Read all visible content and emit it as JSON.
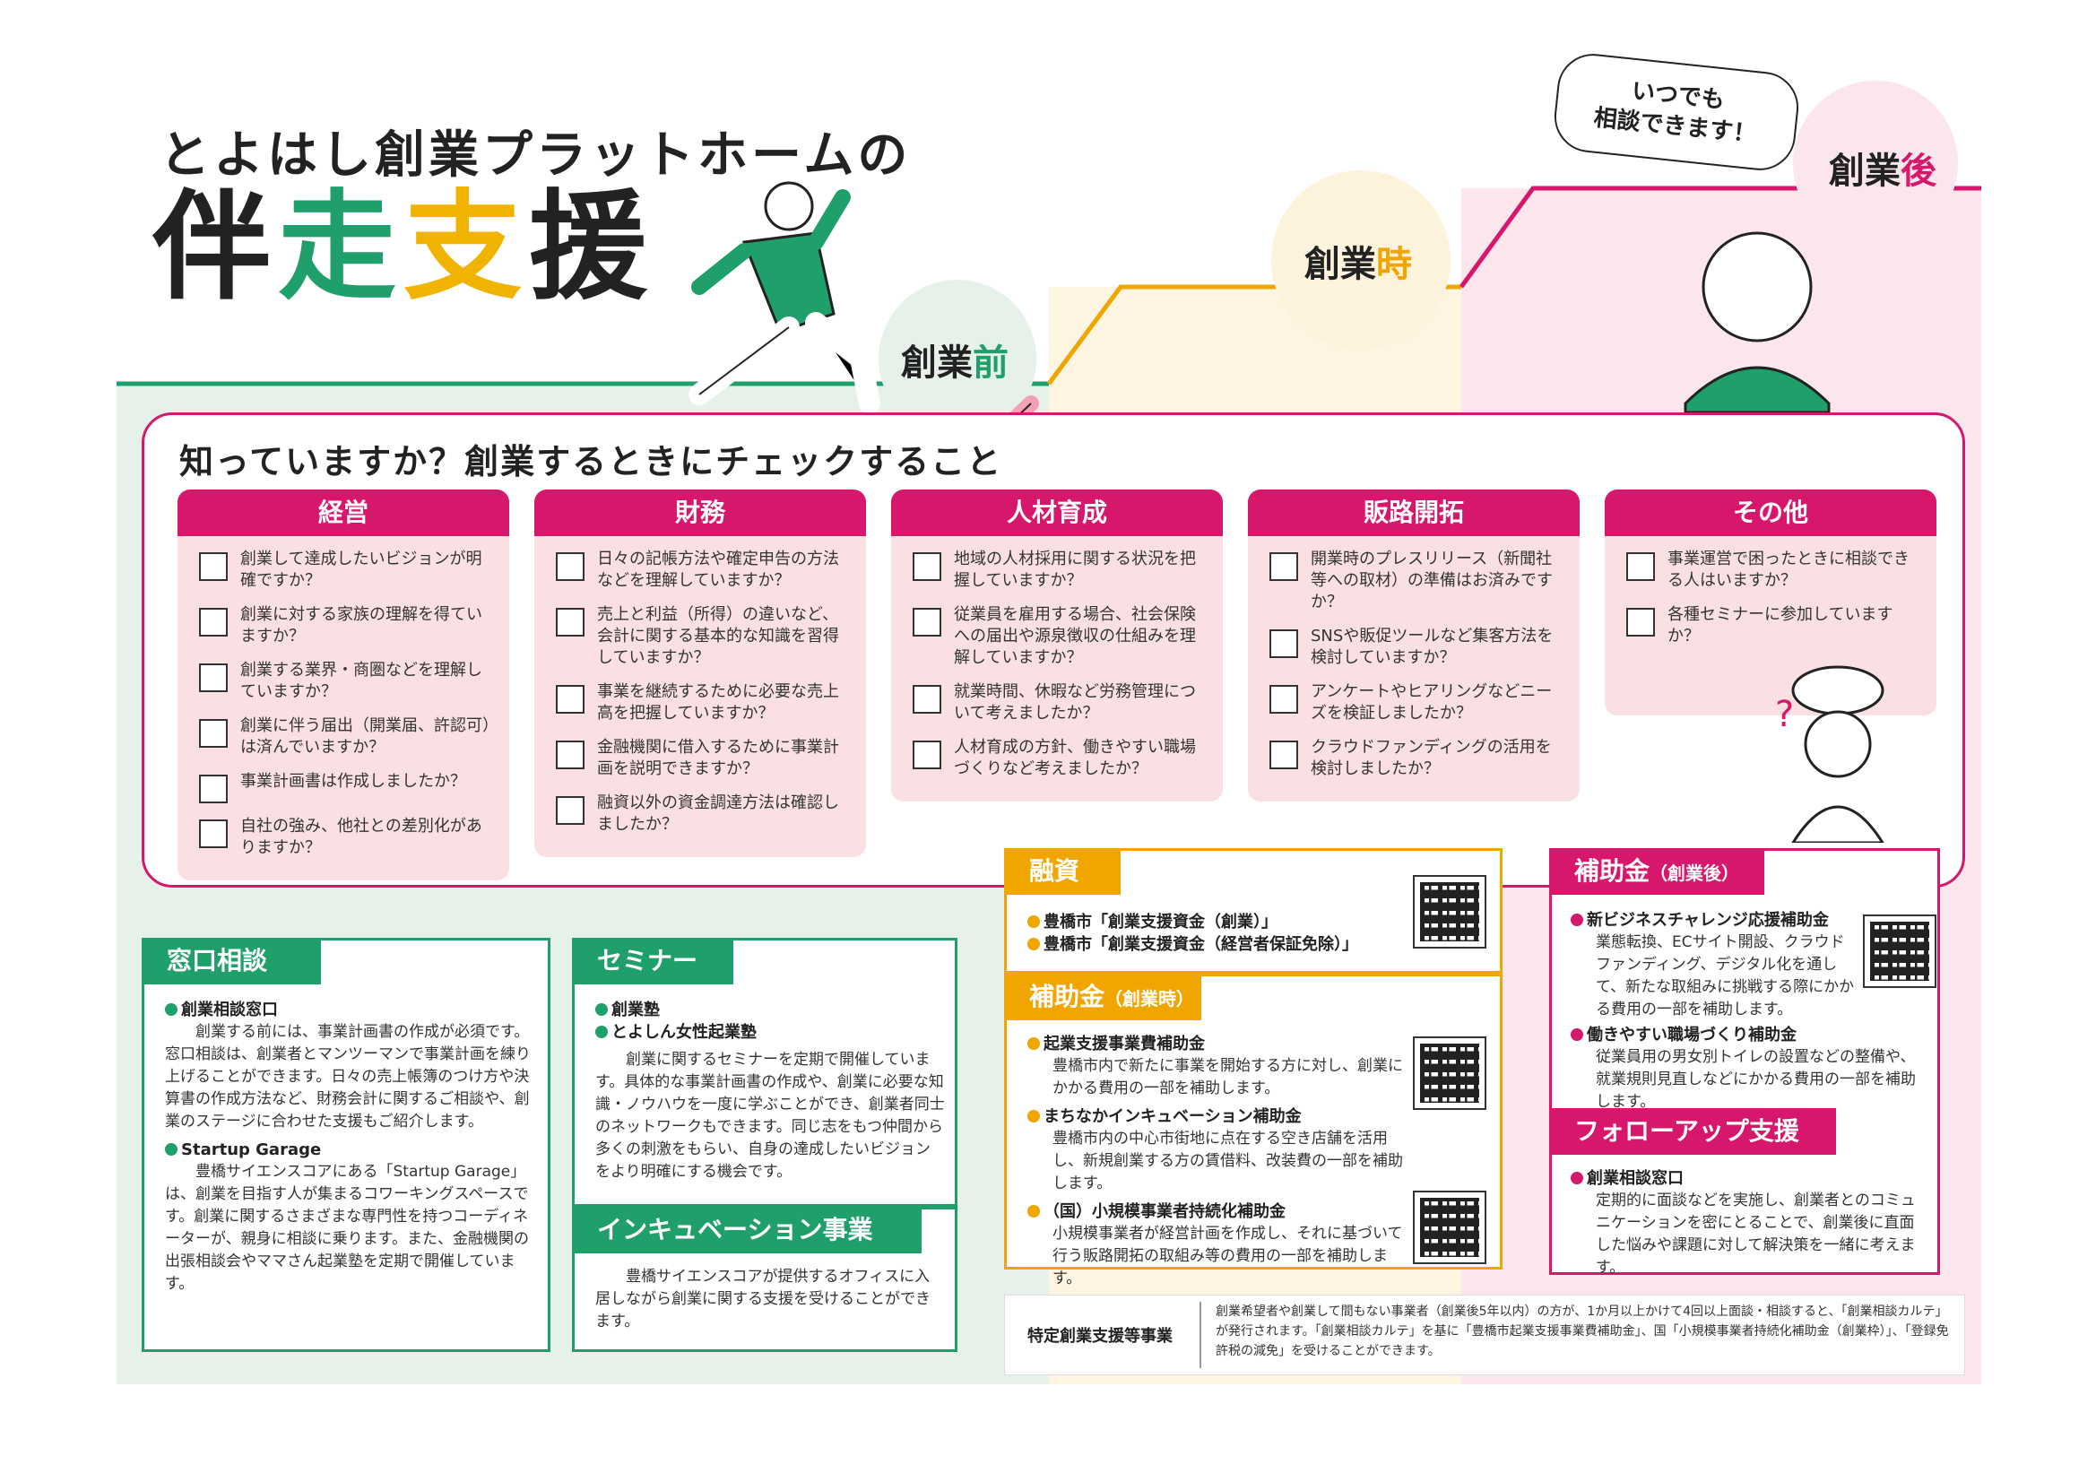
{
  "title": {
    "line1": "とよはし創業プラットホームの",
    "line2_chars": [
      "伴",
      "走",
      "支",
      "援"
    ]
  },
  "callout": {
    "line1": "いつでも",
    "line2": "相談できます！"
  },
  "stages": {
    "before": {
      "text": "創業",
      "accent": "前"
    },
    "during": {
      "text": "創業",
      "accent": "時"
    },
    "after": {
      "text": "創業",
      "accent": "後"
    }
  },
  "checklist": {
    "title": "知っていますか？創業するときにチェックすること",
    "columns": [
      {
        "head": "経営",
        "items": [
          "創業して達成したいビジョンが明確ですか？",
          "創業に対する家族の理解を得ていますか？",
          "創業する業界・商圏などを理解していますか？",
          "創業に伴う届出（開業届、許認可）は済んでいますか？",
          "事業計画書は作成しましたか？",
          "自社の強み、他社との差別化がありますか？"
        ]
      },
      {
        "head": "財務",
        "items": [
          "日々の記帳方法や確定申告の方法などを理解していますか？",
          "売上と利益（所得）の違いなど、会計に関する基本的な知識を習得していますか？",
          "事業を継続するために必要な売上高を把握していますか？",
          "金融機関に借入するために事業計画を説明できますか？",
          "融資以外の資金調達方法は確認しましたか？"
        ]
      },
      {
        "head": "人材育成",
        "items": [
          "地域の人材採用に関する状況を把握していますか？",
          "従業員を雇用する場合、社会保険への届出や源泉徴収の仕組みを理解していますか？",
          "就業時間、休暇など労務管理について考えましたか？",
          "人材育成の方針、働きやすい職場づくりなど考えましたか？"
        ]
      },
      {
        "head": "販路開拓",
        "items": [
          "開業時のプレスリリース（新聞社等への取材）の準備はお済みですか？",
          "SNSや販促ツールなど集客方法を検討していますか？",
          "アンケートやヒアリングなどニーズを検証しましたか？",
          "クラウドファンディングの活用を検討しましたか？"
        ]
      },
      {
        "head": "その他",
        "items": [
          "事業運営で困ったときに相談できる人はいますか？",
          "各種セミナーに参加していますか？"
        ]
      }
    ]
  },
  "madoguchi": {
    "tag": "窓口相談",
    "b1": "創業相談窓口",
    "p1": "創業する前には、事業計画書の作成が必須です。窓口相談は、創業者とマンツーマンで事業計画を練り上げることができます。日々の売上帳簿のつけ方や決算書の作成方法など、財務会計に関するご相談や、創業のステージに合わせた支援もご紹介します。",
    "b2": "Startup Garage",
    "p2": "豊橋サイエンスコアにある「Startup Garage」は、創業を目指す人が集まるコワーキングスペースです。創業に関するさまざまな専門性を持つコーディネーターが、親身に相談に乗ります。また、金融機関の出張相談会やママさん起業塾を定期で開催しています。"
  },
  "seminar": {
    "tag": "セミナー",
    "b1": "創業塾",
    "b2": "とよしん女性起業塾",
    "p1": "創業に関するセミナーを定期で開催しています。具体的な事業計画書の作成や、創業に必要な知識・ノウハウを一度に学ぶことができ、創業者同士のネットワークもできます。同じ志をもつ仲間から多くの刺激をもらい、自身の達成したいビジョンをより明確にする機会です。"
  },
  "incubation": {
    "tag": "インキュベーション事業",
    "p1": "豊橋サイエンスコアが提供するオフィスに入居しながら創業に関する支援を受けることができます。"
  },
  "yushi": {
    "tag": "融資",
    "b1": "豊橋市「創業支援資金（創業）」",
    "b2": "豊橋市「創業支援資金（経営者保証免除）」"
  },
  "hojo_ji": {
    "tag": "補助金",
    "tag_small": "（創業時）",
    "b1": "起業支援事業費補助金",
    "p1": "豊橋市内で新たに事業を開始する方に対し、創業にかかる費用の一部を補助します。",
    "b2": "まちなかインキュベーション補助金",
    "p2": "豊橋市内の中心市街地に点在する空き店舗を活用し、新規創業する方の賃借料、改装費の一部を補助します。",
    "b3": "（国）小規模事業者持続化補助金",
    "p3": "小規模事業者が経営計画を作成し、それに基づいて行う販路開拓の取組み等の費用の一部を補助します。"
  },
  "hojo_go": {
    "tag": "補助金",
    "tag_small": "（創業後）",
    "b1": "新ビジネスチャレンジ応援補助金",
    "p1": "業態転換、ECサイト開設、クラウドファンディング、デジタル化を通して、新たな取組みに挑戦する際にかかる費用の一部を補助します。",
    "b2": "働きやすい職場づくり補助金",
    "p2": "従業員用の男女別トイレの設置などの整備や、就業規則見直しなどにかかる費用の一部を補助します。"
  },
  "followup": {
    "tag": "フォローアップ支援",
    "b1": "創業相談窓口",
    "p1": "定期的に面談などを実施し、創業者とのコミュニケーションを密にとることで、創業後に直面した悩みや課題に対して解決策を一緒に考えます。"
  },
  "tokutei": {
    "label": "特定創業支援等事業",
    "text": "創業希望者や創業して間もない事業者（創業後5年以内）の方が、1か月以上かけて4回以上面談・相談すると、「創業相談カルテ」が発行されます。「創業相談カルテ」を基に「豊橋市起業支援事業費補助金」、国「小規模事業者持続化補助金（創業枠）」、「登録免許税の減免」を受けることができます。"
  },
  "colors": {
    "green": "#1fa06b",
    "orange": "#f0a500",
    "pink": "#d6176b",
    "pink_bg": "#fbe0e3",
    "green_bg": "#e6f1ea",
    "orange_bg": "#fdf2dc"
  }
}
